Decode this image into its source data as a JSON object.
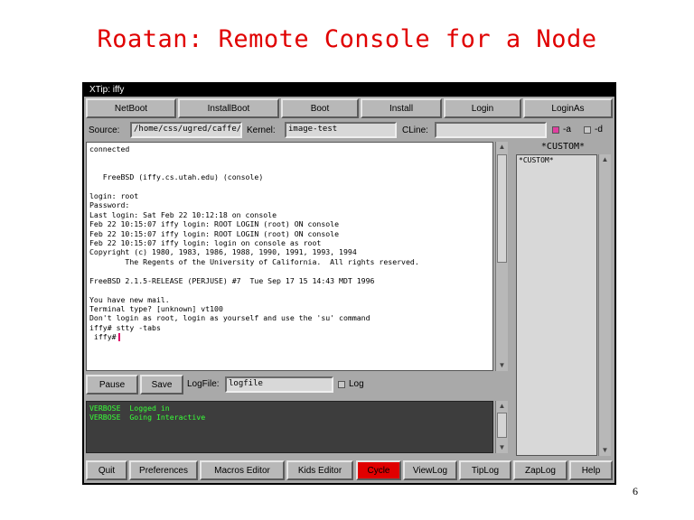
{
  "slide": {
    "title": "Roatan: Remote Console for a Node",
    "page_number": "6"
  },
  "window": {
    "title": "XTip: iffy"
  },
  "top_buttons": [
    "NetBoot",
    "InstallBoot",
    "Boot",
    "Install",
    "Login",
    "LoginAs"
  ],
  "source": {
    "label": "Source:",
    "value": "/home/css/ugred/caffe/d/ir"
  },
  "kernel": {
    "label": "Kernel:",
    "value": "image-test"
  },
  "cline": {
    "label": "CLine:",
    "value": ""
  },
  "options": {
    "a_label": "-a",
    "a_checked": true,
    "d_label": "-d",
    "d_checked": false
  },
  "console": {
    "lines": "connected\n\n\n   FreeBSD (iffy.cs.utah.edu) (console)\n\nlogin: root\nPassword:\nLast login: Sat Feb 22 10:12:18 on console\nFeb 22 10:15:07 iffy login: ROOT LOGIN (root) ON console\nFeb 22 10:15:07 iffy login: ROOT LOGIN (root) ON console\nFeb 22 10:15:07 iffy login: login on console as root\nCopyright (c) 1980, 1983, 1986, 1988, 1990, 1991, 1993, 1994\n        The Regents of the University of California.  All rights reserved.\n\nFreeBSD 2.1.5-RELEASE (PERJUSE) #7  Tue Sep 17 15 14:43 MDT 1996\n\nYou have new mail.\nTerminal type? [unknown] vt100\nDon't login as root, login as yourself and use the 'su' command\niffy# stty -tabs\n",
    "prompt": " iffy#"
  },
  "controls": {
    "pause": "Pause",
    "save": "Save",
    "logfile_label": "LogFile:",
    "logfile_value": "logfile",
    "log_label": "Log",
    "log_checked": false
  },
  "log": {
    "lines": "VERBOSE  Logged in\nVERBOSE  Going Interactive"
  },
  "macros": {
    "header": "*CUSTOM*",
    "items": [
      "*CUSTOM*"
    ]
  },
  "bottom_buttons": [
    "Quit",
    "Preferences",
    "Macros Editor",
    "Kids Editor",
    "Cycle",
    "ViewLog",
    "TipLog",
    "ZapLog",
    "Help"
  ],
  "colors": {
    "title_red": "#e00000",
    "cycle_red": "#e00000",
    "log_green": "#38ff38",
    "cursor_pink": "#e0006a"
  }
}
